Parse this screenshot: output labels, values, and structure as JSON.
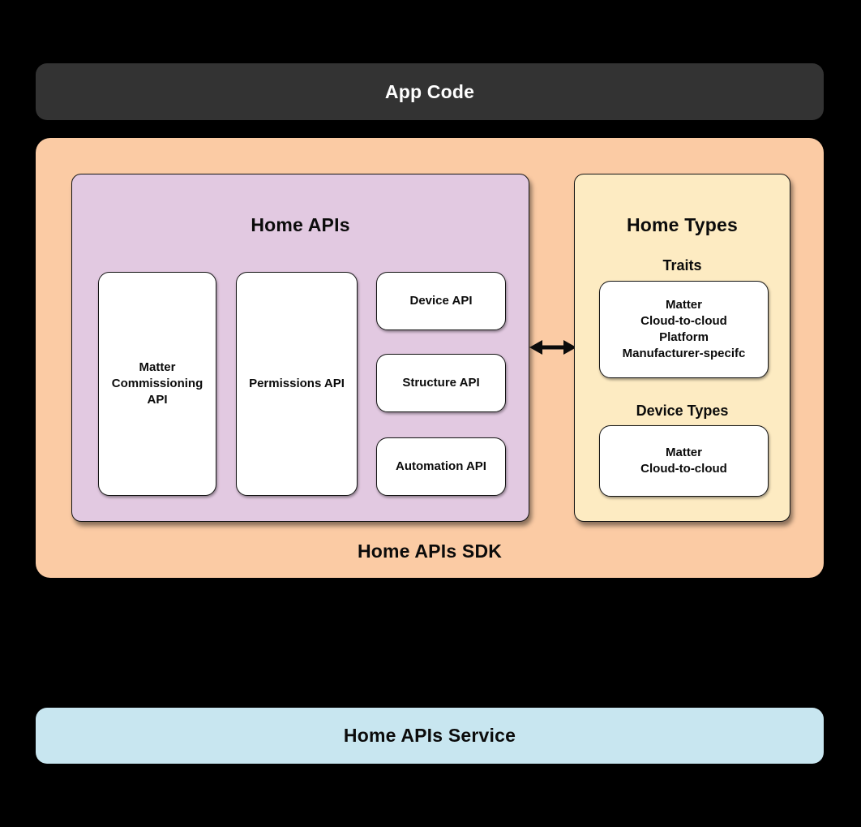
{
  "app_code": {
    "label": "App Code"
  },
  "sdk": {
    "label": "Home APIs SDK",
    "home_apis": {
      "title": "Home APIs",
      "matter_commissioning": "Matter\nCommissioning\nAPI",
      "permissions": "Permissions API",
      "device": "Device API",
      "structure": "Structure API",
      "automation": "Automation API"
    },
    "home_types": {
      "title": "Home Types",
      "traits_title": "Traits",
      "traits_items": "Matter\nCloud-to-cloud\nPlatform\nManufacturer-specifc",
      "device_types_title": "Device Types",
      "device_types_items": "Matter\nCloud-to-cloud"
    }
  },
  "service": {
    "label": "Home APIs Service"
  },
  "colors": {
    "background": "#000000",
    "app_code_bg": "#333333",
    "sdk_bg": "#FBCBA4",
    "home_apis_bg": "#E2C9E1",
    "home_types_bg": "#FDEBC2",
    "white_box_bg": "#FFFFFF",
    "service_bg": "#C8E6F0",
    "arrow": "#0B0B0B"
  }
}
